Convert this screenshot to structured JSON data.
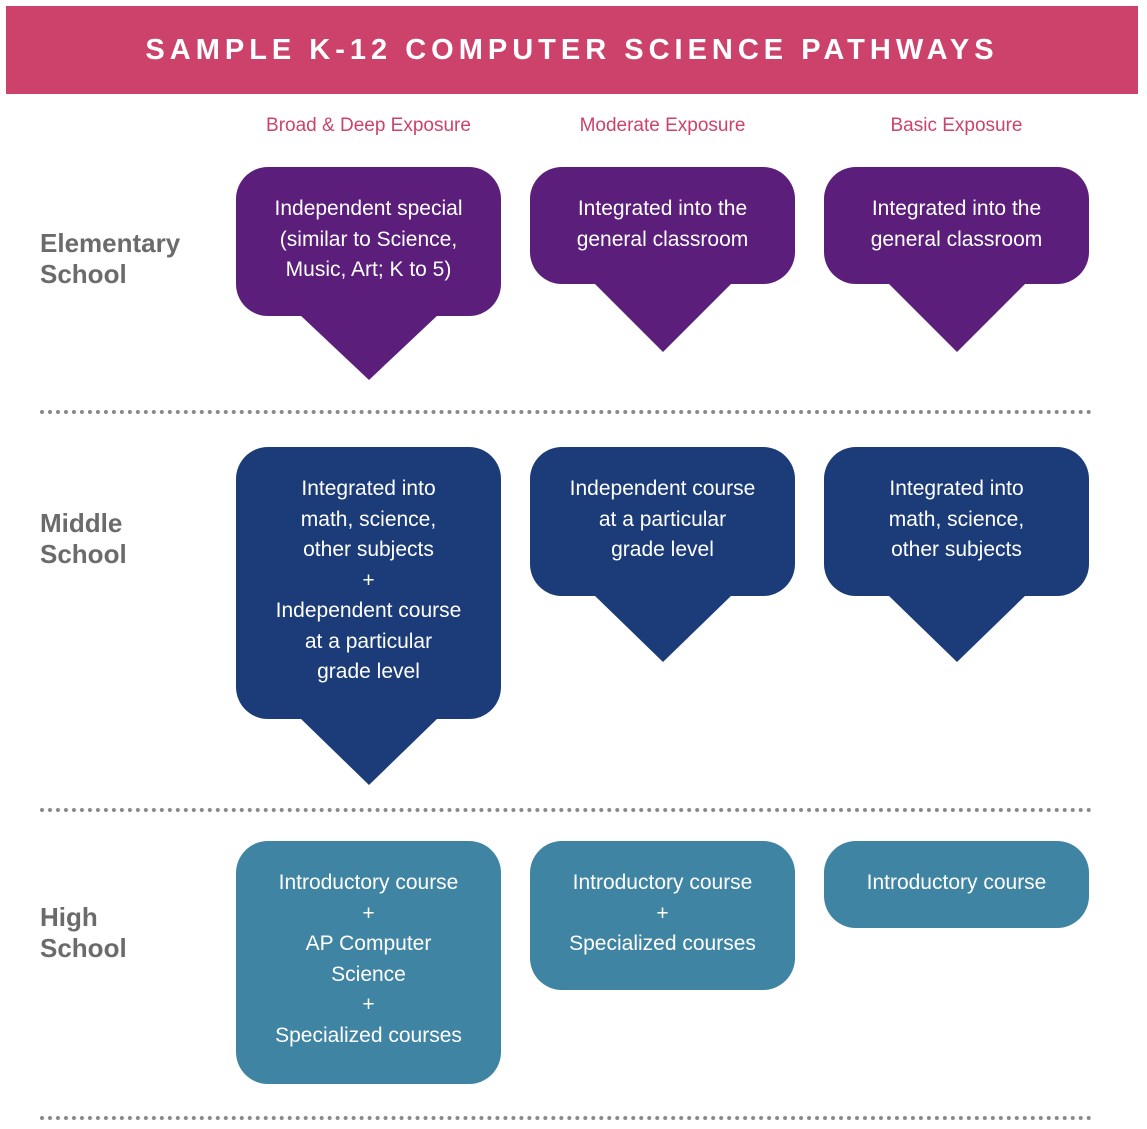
{
  "title": "SAMPLE K-12 COMPUTER SCIENCE PATHWAYS",
  "colors": {
    "banner": "#cd426b",
    "column_heading": "#cd426b",
    "elementary": "#5c1e7b",
    "middle": "#1b3c78",
    "high": "#3f84a3",
    "level_label": "#6b6b6b"
  },
  "columns": [
    "Broad & Deep Exposure",
    "Moderate Exposure",
    "Basic Exposure"
  ],
  "levels": [
    {
      "label": "Elementary\nSchool",
      "boxes": [
        "Independent special\n(similar to Science,\nMusic, Art; K to 5)",
        "Integrated into the\ngeneral classroom",
        "Integrated into the\ngeneral classroom"
      ]
    },
    {
      "label": "Middle\nSchool",
      "boxes": [
        "Integrated into\nmath, science,\nother subjects\n+\nIndependent course\nat a particular\ngrade level",
        "Independent course\nat a particular\ngrade level",
        "Integrated into\nmath, science,\nother subjects"
      ]
    },
    {
      "label": "High\nSchool",
      "boxes": [
        "Introductory course\n+\nAP Computer\nScience\n+\nSpecialized courses",
        "Introductory course\n+\nSpecialized courses",
        "Introductory course"
      ]
    }
  ]
}
